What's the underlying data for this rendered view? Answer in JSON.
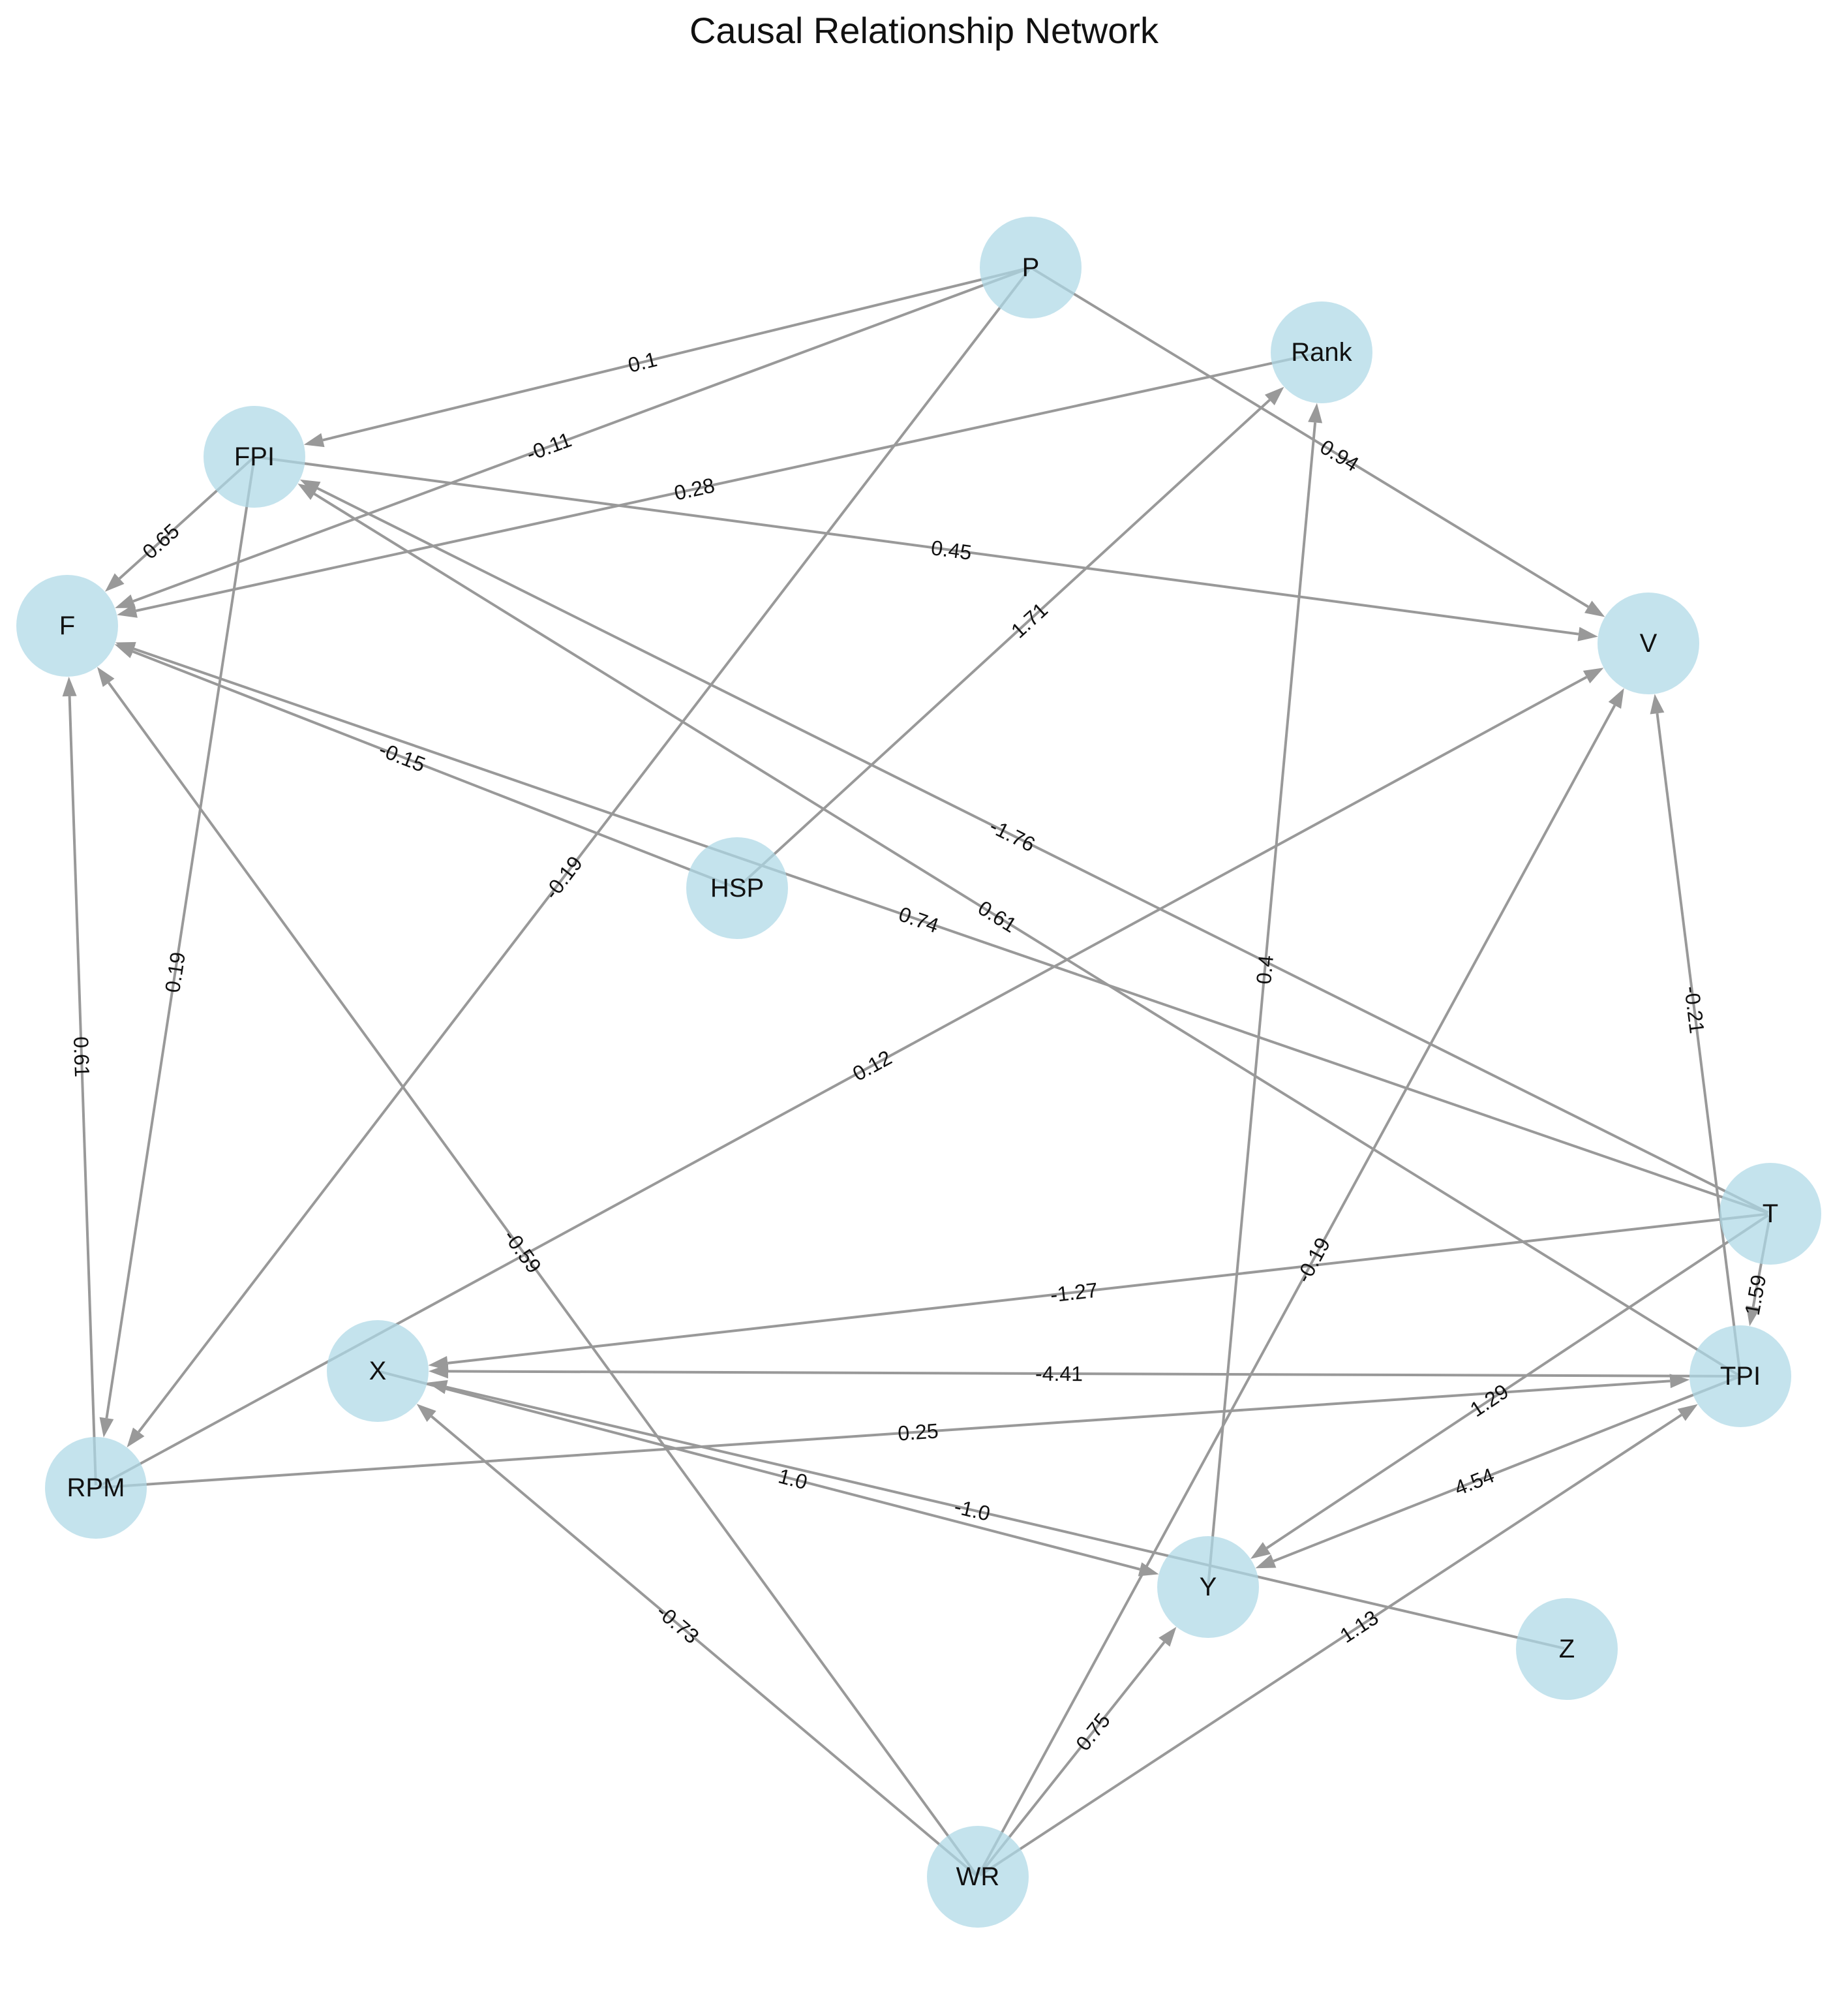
{
  "title": "Causal Relationship Network",
  "colors": {
    "node_fill": "#add8e6",
    "edge": "#999999",
    "label": "#111111"
  },
  "nodes": [
    "P",
    "Rank",
    "FPI",
    "F",
    "V",
    "HSP",
    "T",
    "X",
    "TPI",
    "RPM",
    "Y",
    "Z",
    "WR"
  ],
  "edges": [
    {
      "source": "P",
      "target": "FPI",
      "label": "0.1"
    },
    {
      "source": "P",
      "target": "F",
      "label": "-0.11"
    },
    {
      "source": "Rank",
      "target": "F",
      "label": "0.28"
    },
    {
      "source": "P",
      "target": "V",
      "label": "0.94"
    },
    {
      "source": "FPI",
      "target": "F",
      "label": "0.65"
    },
    {
      "source": "FPI",
      "target": "V",
      "label": "0.45"
    },
    {
      "source": "HSP",
      "target": "Rank",
      "label": "1.71"
    },
    {
      "source": "HSP",
      "target": "F",
      "label": "-0.15"
    },
    {
      "source": "T",
      "target": "FPI",
      "label": "-1.76"
    },
    {
      "source": "T",
      "target": "F",
      "label": "0.74"
    },
    {
      "source": "TPI",
      "target": "FPI",
      "label": "0.61"
    },
    {
      "source": "P",
      "target": "RPM",
      "label": "-0.19"
    },
    {
      "source": "FPI",
      "target": "RPM",
      "label": "0.19"
    },
    {
      "source": "RPM",
      "target": "F",
      "label": "0.61"
    },
    {
      "source": "Y",
      "target": "Rank",
      "label": "0.4"
    },
    {
      "source": "TPI",
      "target": "V",
      "label": "-0.21"
    },
    {
      "source": "T",
      "target": "TPI",
      "label": "1.59"
    },
    {
      "source": "RPM",
      "target": "V",
      "label": "0.12"
    },
    {
      "source": "WR",
      "target": "F",
      "label": "-0.59"
    },
    {
      "source": "WR",
      "target": "V",
      "label": "-0.19"
    },
    {
      "source": "T",
      "target": "X",
      "label": "-1.27"
    },
    {
      "source": "TPI",
      "target": "X",
      "label": "-4.41"
    },
    {
      "source": "RPM",
      "target": "TPI",
      "label": "0.25"
    },
    {
      "source": "T",
      "target": "Y",
      "label": "1.29"
    },
    {
      "source": "TPI",
      "target": "Y",
      "label": "4.54"
    },
    {
      "source": "X",
      "target": "Y",
      "label": "1.0"
    },
    {
      "source": "Z",
      "target": "X",
      "label": "-1.0"
    },
    {
      "source": "WR",
      "target": "X",
      "label": "-0.73"
    },
    {
      "source": "WR",
      "target": "Y",
      "label": "0.75"
    },
    {
      "source": "WR",
      "target": "TPI",
      "label": "1.13"
    }
  ]
}
